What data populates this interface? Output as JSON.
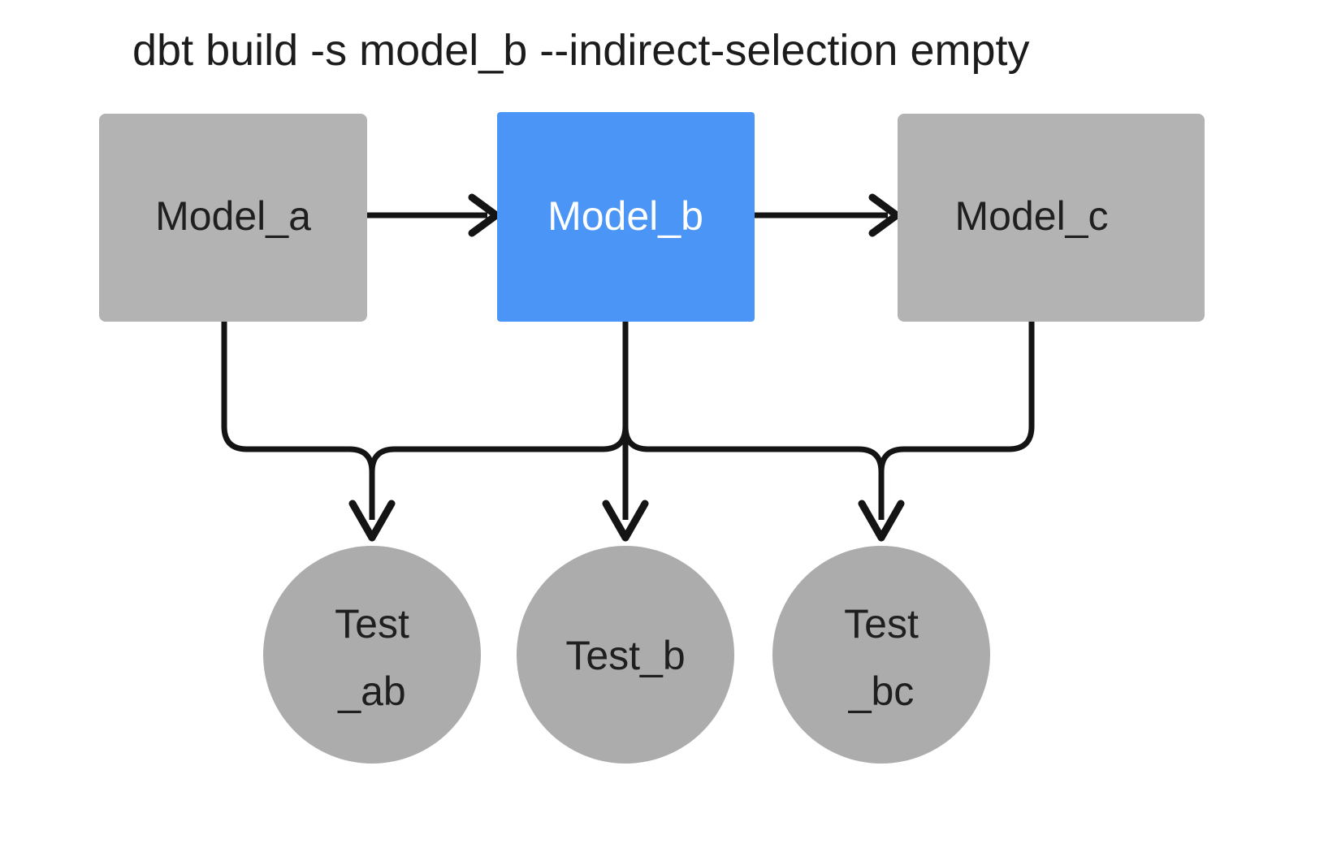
{
  "title": "dbt build -s model_b --indirect-selection empty",
  "colors": {
    "background": "#ffffff",
    "model_default_fill": "#b3b3b3",
    "model_selected_fill": "#4a95f5",
    "test_fill": "#acacac",
    "edge_stroke": "#141414",
    "text_default": "#1f1f1f",
    "text_selected": "#ffffff",
    "title_text": "#1c1c1c"
  },
  "models": [
    {
      "id": "model_a",
      "label": "Model_a",
      "selected": false
    },
    {
      "id": "model_b",
      "label": "Model_b",
      "selected": true
    },
    {
      "id": "model_c",
      "label": "Model_c",
      "selected": false
    }
  ],
  "tests": [
    {
      "id": "test_ab",
      "label_line1": "Test",
      "label_line2": "_ab",
      "label": "Test_ab"
    },
    {
      "id": "test_b",
      "label_line1": "Test_b",
      "label_line2": "",
      "label": "Test_b"
    },
    {
      "id": "test_bc",
      "label_line1": "Test",
      "label_line2": "_bc",
      "label": "Test_bc"
    }
  ],
  "edges": [
    {
      "from": "model_a",
      "to": "model_b",
      "kind": "model-to-model"
    },
    {
      "from": "model_b",
      "to": "model_c",
      "kind": "model-to-model"
    },
    {
      "from": "model_a",
      "to": "test_ab",
      "kind": "model-to-test"
    },
    {
      "from": "model_b",
      "to": "test_ab",
      "kind": "model-to-test"
    },
    {
      "from": "model_b",
      "to": "test_b",
      "kind": "model-to-test"
    },
    {
      "from": "model_b",
      "to": "test_bc",
      "kind": "model-to-test"
    },
    {
      "from": "model_c",
      "to": "test_bc",
      "kind": "model-to-test"
    }
  ]
}
